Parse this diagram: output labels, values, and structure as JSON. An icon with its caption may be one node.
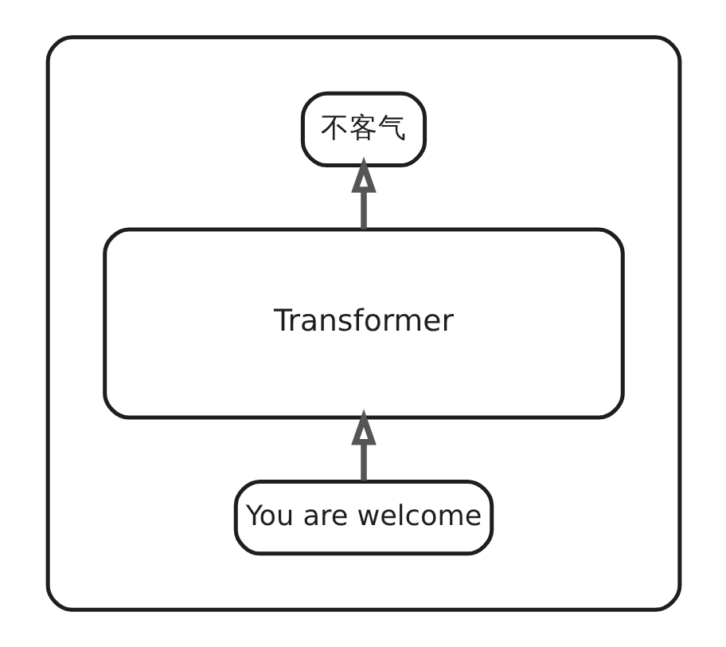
{
  "diagram": {
    "nodes": [
      {
        "text": [],
        "shape": "box"
      },
      {
        "text": [
          "Transformer"
        ],
        "in": 0
      },
      {
        "text": [
          "You are welcome"
        ],
        "in": 0
      },
      {
        "text": [
          "不客气"
        ],
        "in": 0
      }
    ],
    "edges": [
      {
        "from": 2,
        "to": 1,
        "arrow": "to"
      },
      {
        "from": 1,
        "to": 3,
        "arrow": "to"
      }
    ]
  }
}
